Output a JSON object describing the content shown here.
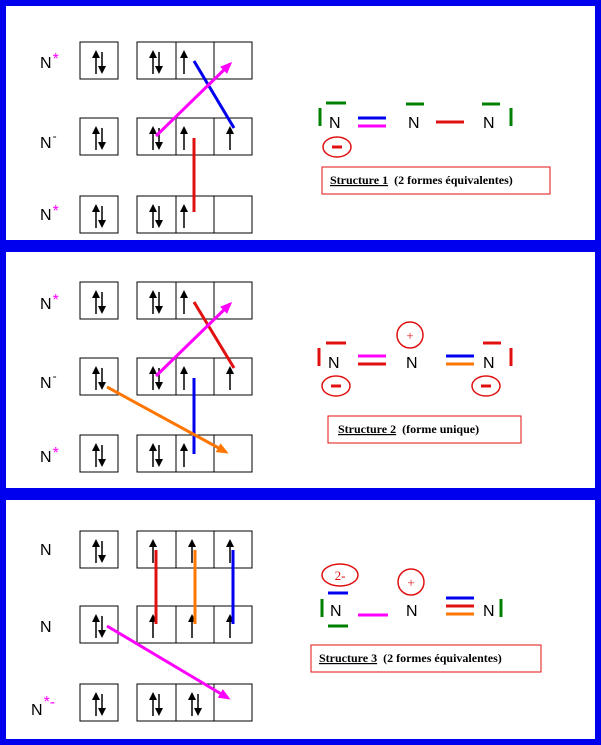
{
  "colors": {
    "background": "#0000ee",
    "panel": "#ffffff",
    "magenta": "#ff00ff",
    "red": "#e01010",
    "blue": "#0000ee",
    "orange": "#ff7700",
    "green": "#008000"
  },
  "structure1": {
    "atoms": [
      {
        "symbol": "N",
        "sup": "*"
      },
      {
        "symbol": "N",
        "sup": "-"
      },
      {
        "symbol": "N",
        "sup": "*"
      }
    ],
    "lewis_atoms": [
      "N",
      "N",
      "N"
    ],
    "charges": [
      "−"
    ],
    "caption_title": "Structure 1",
    "caption_detail": "(2 formes équivalentes)"
  },
  "structure2": {
    "atoms": [
      {
        "symbol": "N",
        "sup": "*"
      },
      {
        "symbol": "N",
        "sup": "-"
      },
      {
        "symbol": "N",
        "sup": "*"
      }
    ],
    "lewis_atoms": [
      "N",
      "N",
      "N"
    ],
    "charges": [
      "+",
      "−",
      "−"
    ],
    "caption_title": "Structure 2",
    "caption_detail": "(forme unique)"
  },
  "structure3": {
    "atoms": [
      {
        "symbol": "N",
        "sup": ""
      },
      {
        "symbol": "N",
        "sup": ""
      },
      {
        "symbol": "N",
        "sup": "*-"
      }
    ],
    "lewis_atoms": [
      "N",
      "N",
      "N"
    ],
    "charges": [
      "2-",
      "+"
    ],
    "caption_title": "Structure 3",
    "caption_detail": "(2 formes équivalentes)"
  }
}
